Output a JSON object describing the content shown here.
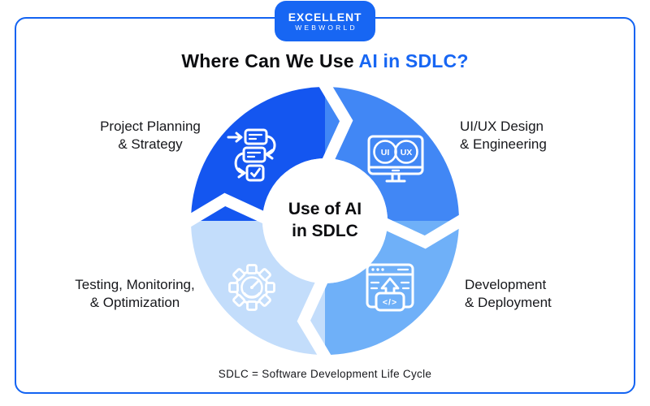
{
  "logo": {
    "line1": "EXCELLENT",
    "line2": "WEBWORLD"
  },
  "title": {
    "prefix": "Where Can We Use ",
    "highlight": "AI in SDLC?"
  },
  "diagram": {
    "center_label": "Use of AI\nin SDLC",
    "segments": [
      {
        "id": "planning",
        "label": "Project Planning\n& Strategy",
        "color": "#1456F0",
        "icon": "workflow-icon"
      },
      {
        "id": "uiux",
        "label": "UI/UX Design\n& Engineering",
        "color": "#4187F5",
        "icon": "uiux-monitor-icon",
        "icon_text": {
          "left": "UI",
          "right": "UX"
        }
      },
      {
        "id": "dev",
        "label": "Development\n& Deployment",
        "color": "#6FB0F8",
        "icon": "deploy-code-icon",
        "icon_text": {
          "code": "</>"
        }
      },
      {
        "id": "testing",
        "label": "Testing, Monitoring,\n& Optimization",
        "color": "#C3DDFB",
        "icon": "gear-gauge-icon"
      }
    ]
  },
  "footer": {
    "note": "SDLC = Software Development Life Cycle"
  },
  "colors": {
    "border": "#1263F2",
    "logo_bg": "#1766F3",
    "title_accent": "#1766F3",
    "heading_text": "#0C0D10",
    "label_text": "#17181C",
    "icon_stroke": "#FFFFFF",
    "background": "#FFFFFF"
  }
}
